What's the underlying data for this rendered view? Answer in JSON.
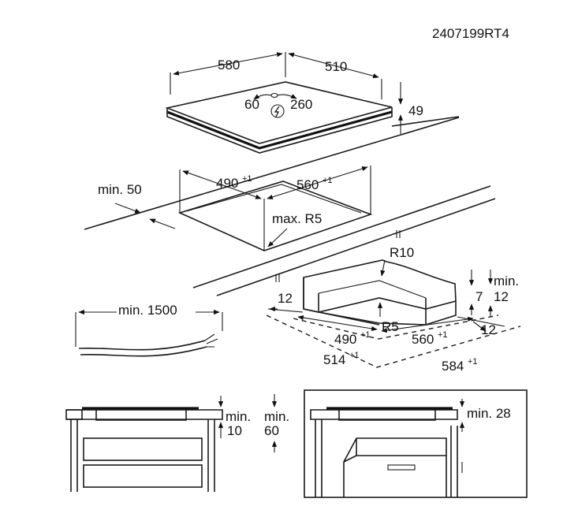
{
  "document_code": "2407199RT4",
  "hob": {
    "width": "580",
    "depth": "510",
    "height": "49",
    "cable_left": "60",
    "cable_right": "260"
  },
  "cutout": {
    "min_edge": "min. 50",
    "width": "490",
    "depth": "560",
    "tol": "+1",
    "radius": "max. R5"
  },
  "cable": {
    "min_length": "min. 1500"
  },
  "frame": {
    "corner_radius": "R10",
    "inner_radius": "R5",
    "left_margin": "12",
    "right_margin": "12",
    "depth": "7",
    "min_label": "min.",
    "min_value": "12",
    "width": "490",
    "length": "560",
    "outer_width": "514",
    "outer_length": "584",
    "tol": "+1"
  },
  "section_left": {
    "min_label_a": "min.",
    "value_a": "10",
    "min_label_b": "min.",
    "value_b": "60"
  },
  "section_right": {
    "clearance": "min. 28"
  }
}
